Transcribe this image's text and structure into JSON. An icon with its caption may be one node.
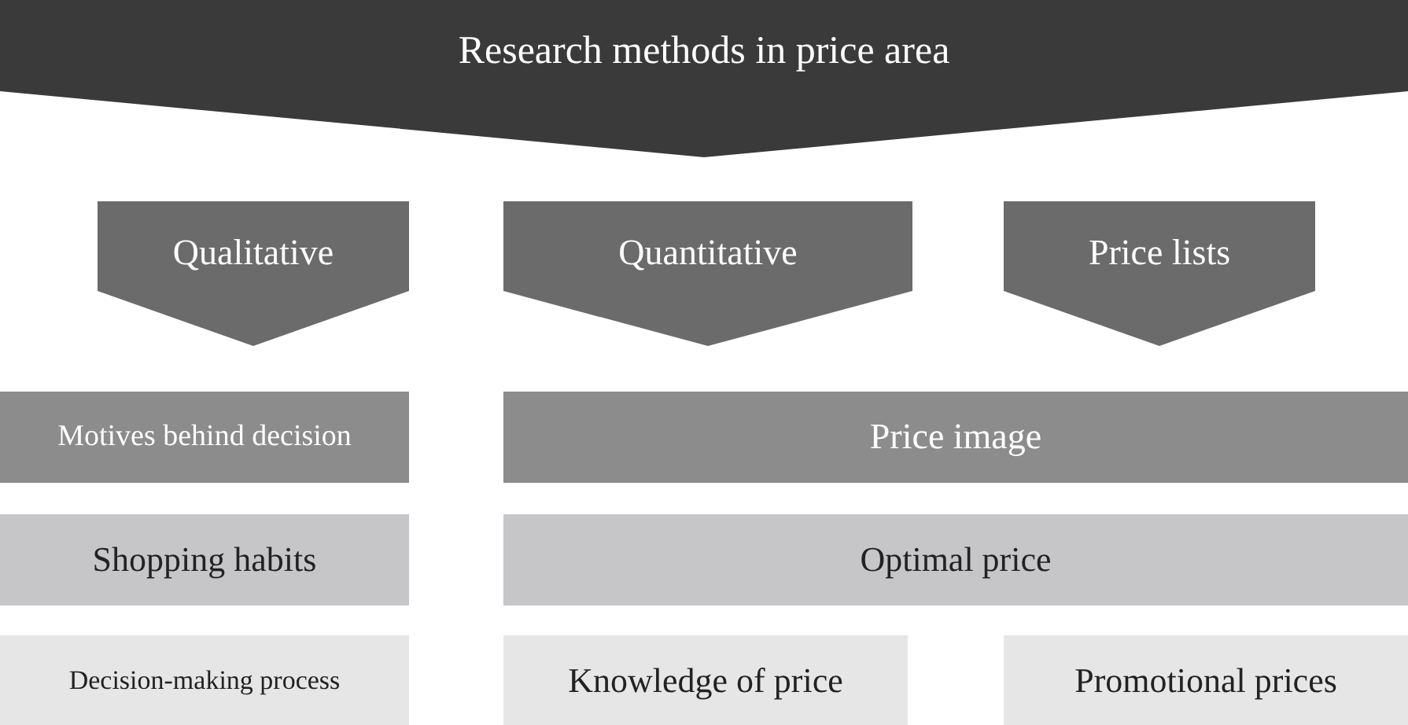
{
  "diagram": {
    "nodes": [
      {
        "text": [
          "Research methods in price area"
        ]
      },
      {
        "text": [
          "Qualitative"
        ]
      },
      {
        "text": [
          "Quantitative"
        ]
      },
      {
        "text": [
          "Price lists"
        ]
      },
      {
        "text": [
          "Motives behind decision"
        ]
      },
      {
        "text": [
          "Price image"
        ]
      },
      {
        "text": [
          "Shopping habits"
        ]
      },
      {
        "text": [
          "Optimal price"
        ]
      },
      {
        "text": [
          "Decision-making process"
        ]
      },
      {
        "text": [
          "Knowledge of price"
        ]
      },
      {
        "text": [
          "Promotional prices"
        ]
      }
    ]
  }
}
